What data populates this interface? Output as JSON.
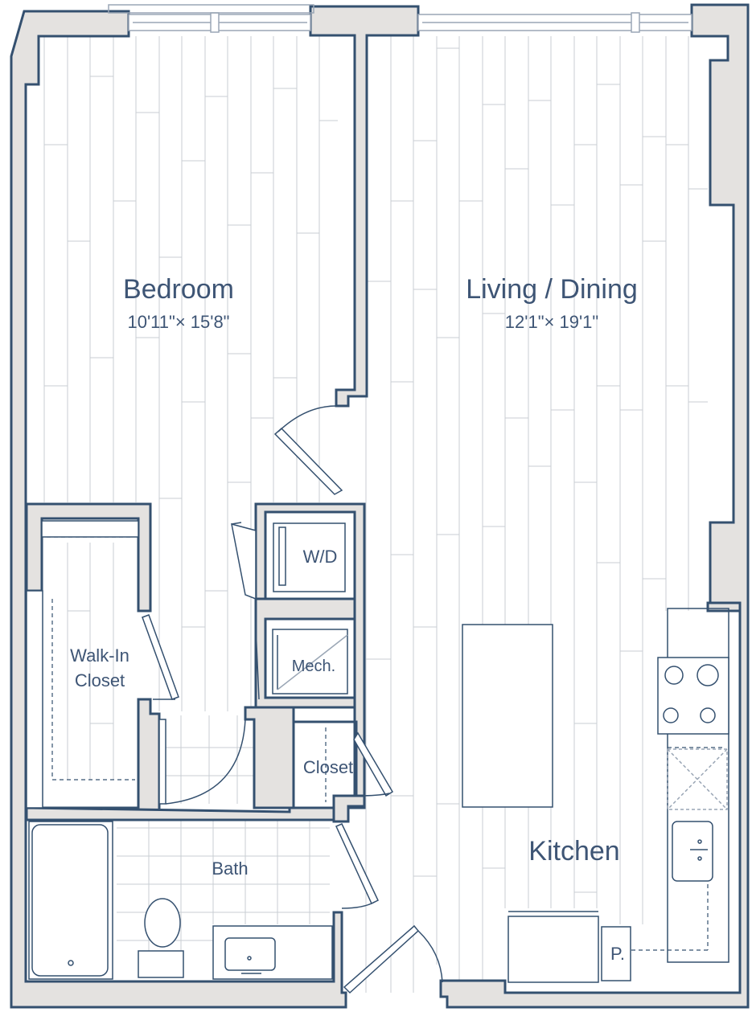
{
  "rooms": {
    "bedroom": {
      "name": "Bedroom",
      "dims": "10'11\"× 15'8\""
    },
    "living": {
      "name": "Living / Dining",
      "dims": "12'1\"× 19'1\""
    },
    "walk_in_closet": {
      "line1": "Walk-In",
      "line2": "Closet"
    },
    "wd": {
      "name": "W/D"
    },
    "mech": {
      "name": "Mech."
    },
    "closet": {
      "name": "Closet"
    },
    "bath": {
      "name": "Bath"
    },
    "kitchen": {
      "name": "Kitchen"
    },
    "pantry": {
      "name": "P."
    }
  },
  "colors": {
    "wall_fill": "#e4e2e0",
    "wall_stroke": "#34506f",
    "floor_line": "#c9cdd3",
    "fixture": "#9aa6b5",
    "text": "#3e5575"
  }
}
